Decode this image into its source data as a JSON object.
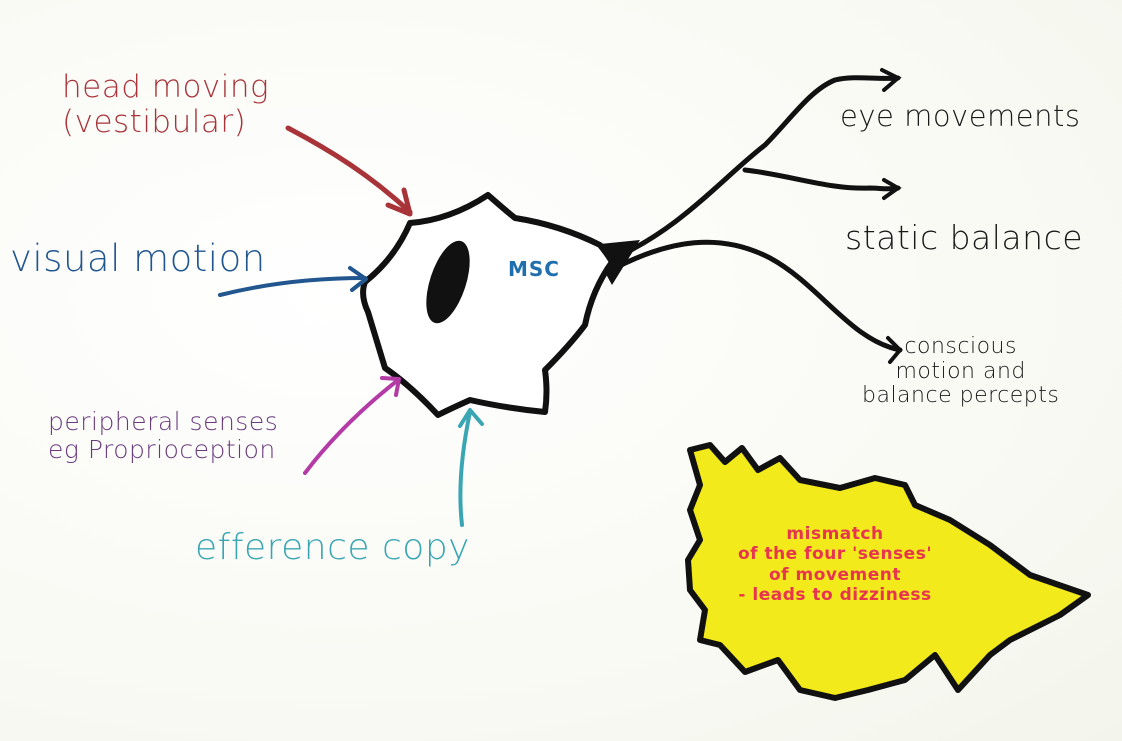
{
  "cell": {
    "label": "MSC"
  },
  "inputs": {
    "head": [
      "head moving",
      "(vestibular)"
    ],
    "visual": "visual motion",
    "peripheral": [
      "peripheral senses",
      "eg Proprioception"
    ],
    "efference": "efference copy"
  },
  "outputs": {
    "eye": "eye movements",
    "static": "static balance",
    "conscious": [
      "conscious",
      "motion and",
      "balance percepts"
    ]
  },
  "callout": {
    "lines": [
      "mismatch",
      "of the four 'senses'",
      "of movement",
      "- leads to dizziness"
    ]
  },
  "colors": {
    "head": "#a8343a",
    "visual": "#21568f",
    "peripheral": "#b43aa6",
    "efference": "#3aa6b3",
    "outline": "#111111",
    "highlight": "#f3ea1c",
    "callout_text": "#e8354f",
    "msc": "#1f6fae"
  }
}
